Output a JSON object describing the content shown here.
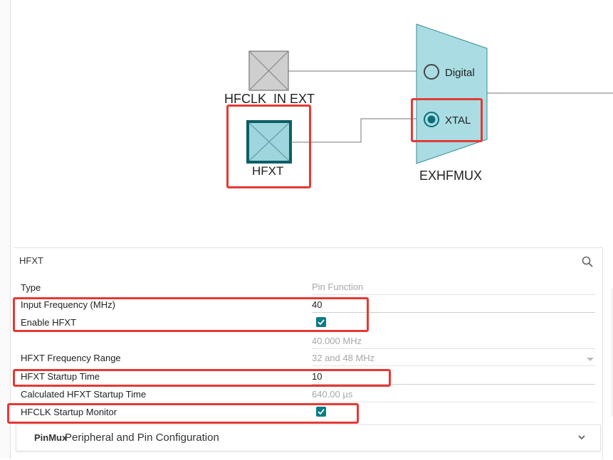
{
  "diagram": {
    "hfclk_in_ext_label": "HFCLK_IN EXT",
    "hfxt_label": "HFXT",
    "mux_name": "EXHFMUX",
    "mux_option_digital": "Digital",
    "mux_option_xtal": "XTAL",
    "selected_option": "XTAL",
    "colors": {
      "mux_fill": "#a9dde3",
      "node_fill": "#9fd5dc",
      "node_border": "#0b5e66",
      "highlight": "#e53935"
    }
  },
  "panel": {
    "title": "HFXT",
    "rows": {
      "type_label": "Type",
      "type_value": "Pin Function",
      "input_freq_label": "Input Frequency (MHz)",
      "input_freq_value": "40",
      "enable_label": "Enable HFXT",
      "enable_checked": true,
      "freq_readout": "40.000 MHz",
      "range_label": "HFXT Frequency Range",
      "range_value": "32 and 48 MHz",
      "startup_label": "HFXT Startup Time",
      "startup_value": "10",
      "calc_label": "Calculated HFXT Startup Time",
      "calc_value": "640.00 µs",
      "monitor_label": "HFCLK Startup Monitor",
      "monitor_checked": true
    },
    "pinmux": {
      "tag": "PinMux",
      "text": "Peripheral and Pin Configuration"
    }
  }
}
